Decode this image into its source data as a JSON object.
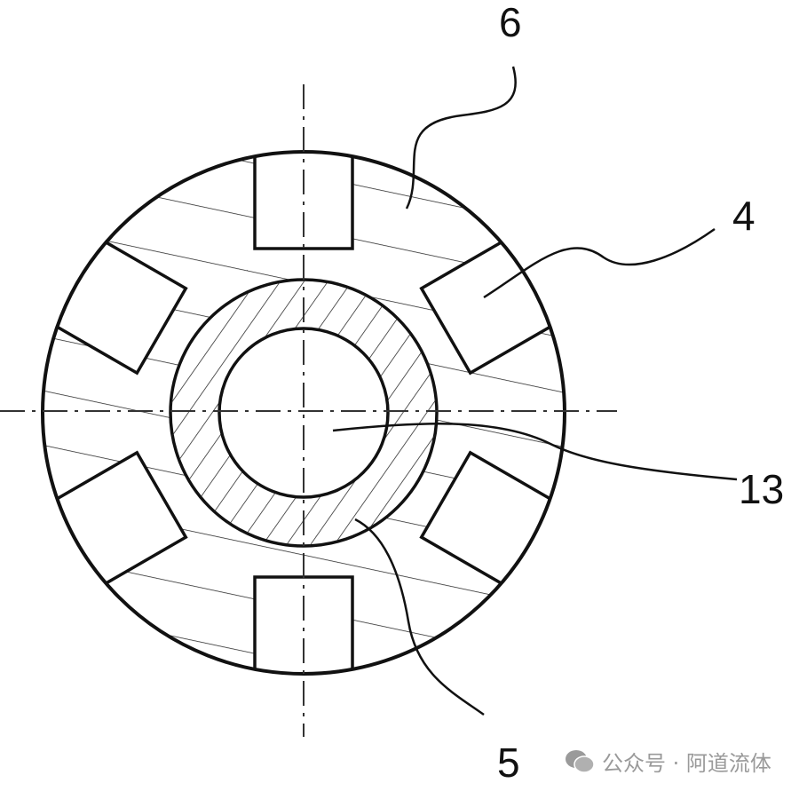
{
  "labels": {
    "l6": "6",
    "l4": "4",
    "l13": "13",
    "l5": "5"
  },
  "watermark": {
    "text": "公众号 · 阿道流体",
    "icon": "wechat-icon"
  },
  "colors": {
    "line": "#111111",
    "watermark": "#9a9a9a"
  }
}
